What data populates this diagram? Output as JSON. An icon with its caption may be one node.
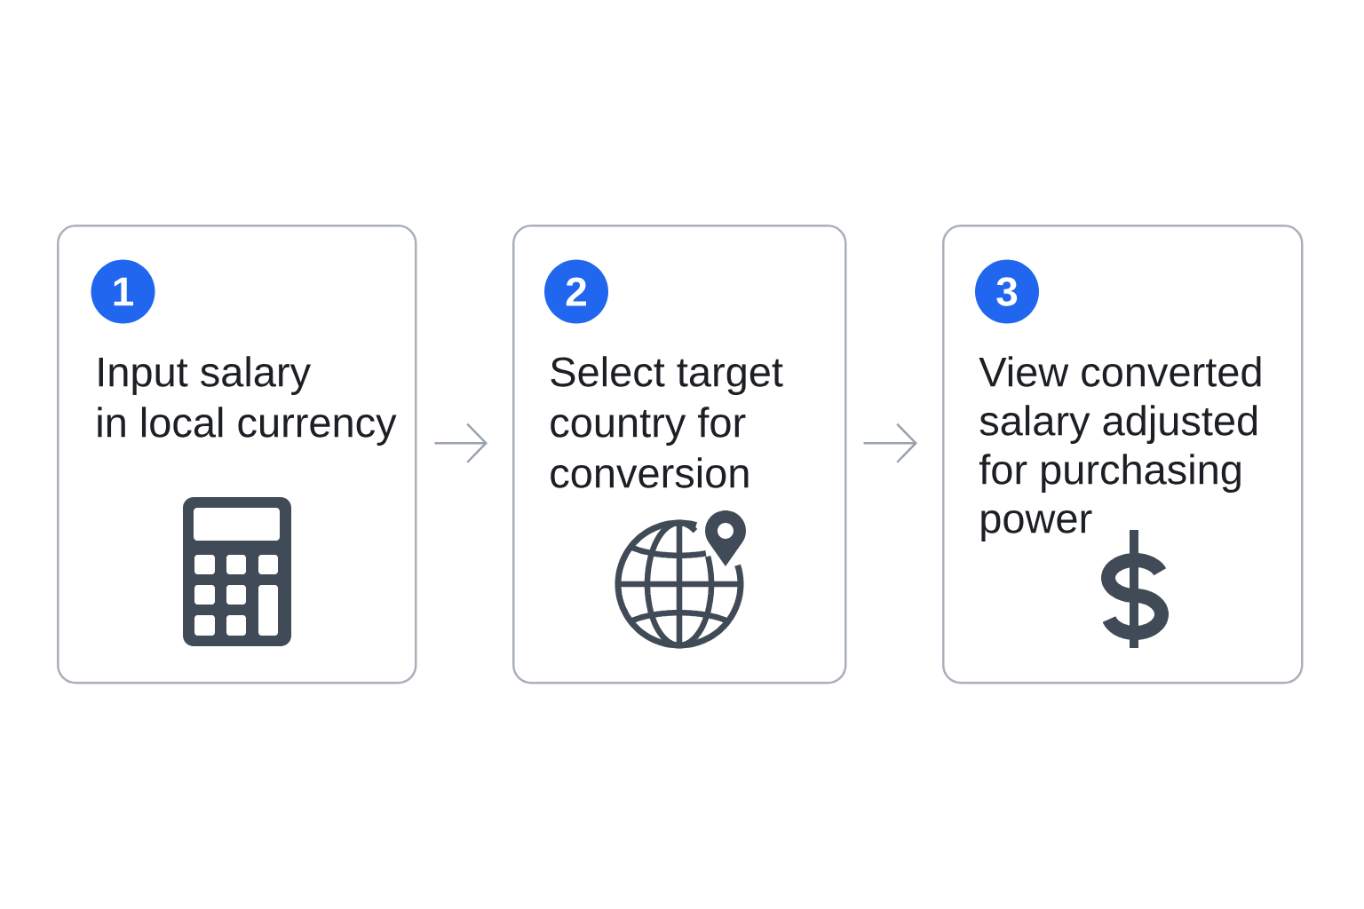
{
  "diagram": {
    "nodes": [
      {
        "text": [
          "Input salary in local currency"
        ]
      },
      {
        "text": [
          "1"
        ],
        "in": 0
      },
      {
        "text": [
          "Select target country for conversion"
        ]
      },
      {
        "text": [
          "2"
        ],
        "in": 2
      },
      {
        "text": [
          "View converted salary adjusted for purchasing power"
        ]
      },
      {
        "text": [
          "3"
        ],
        "in": 4
      }
    ],
    "edges": [
      {
        "from": 0,
        "to": 2,
        "arrow": "to"
      },
      {
        "from": 2,
        "to": 4,
        "arrow": "to"
      }
    ]
  }
}
